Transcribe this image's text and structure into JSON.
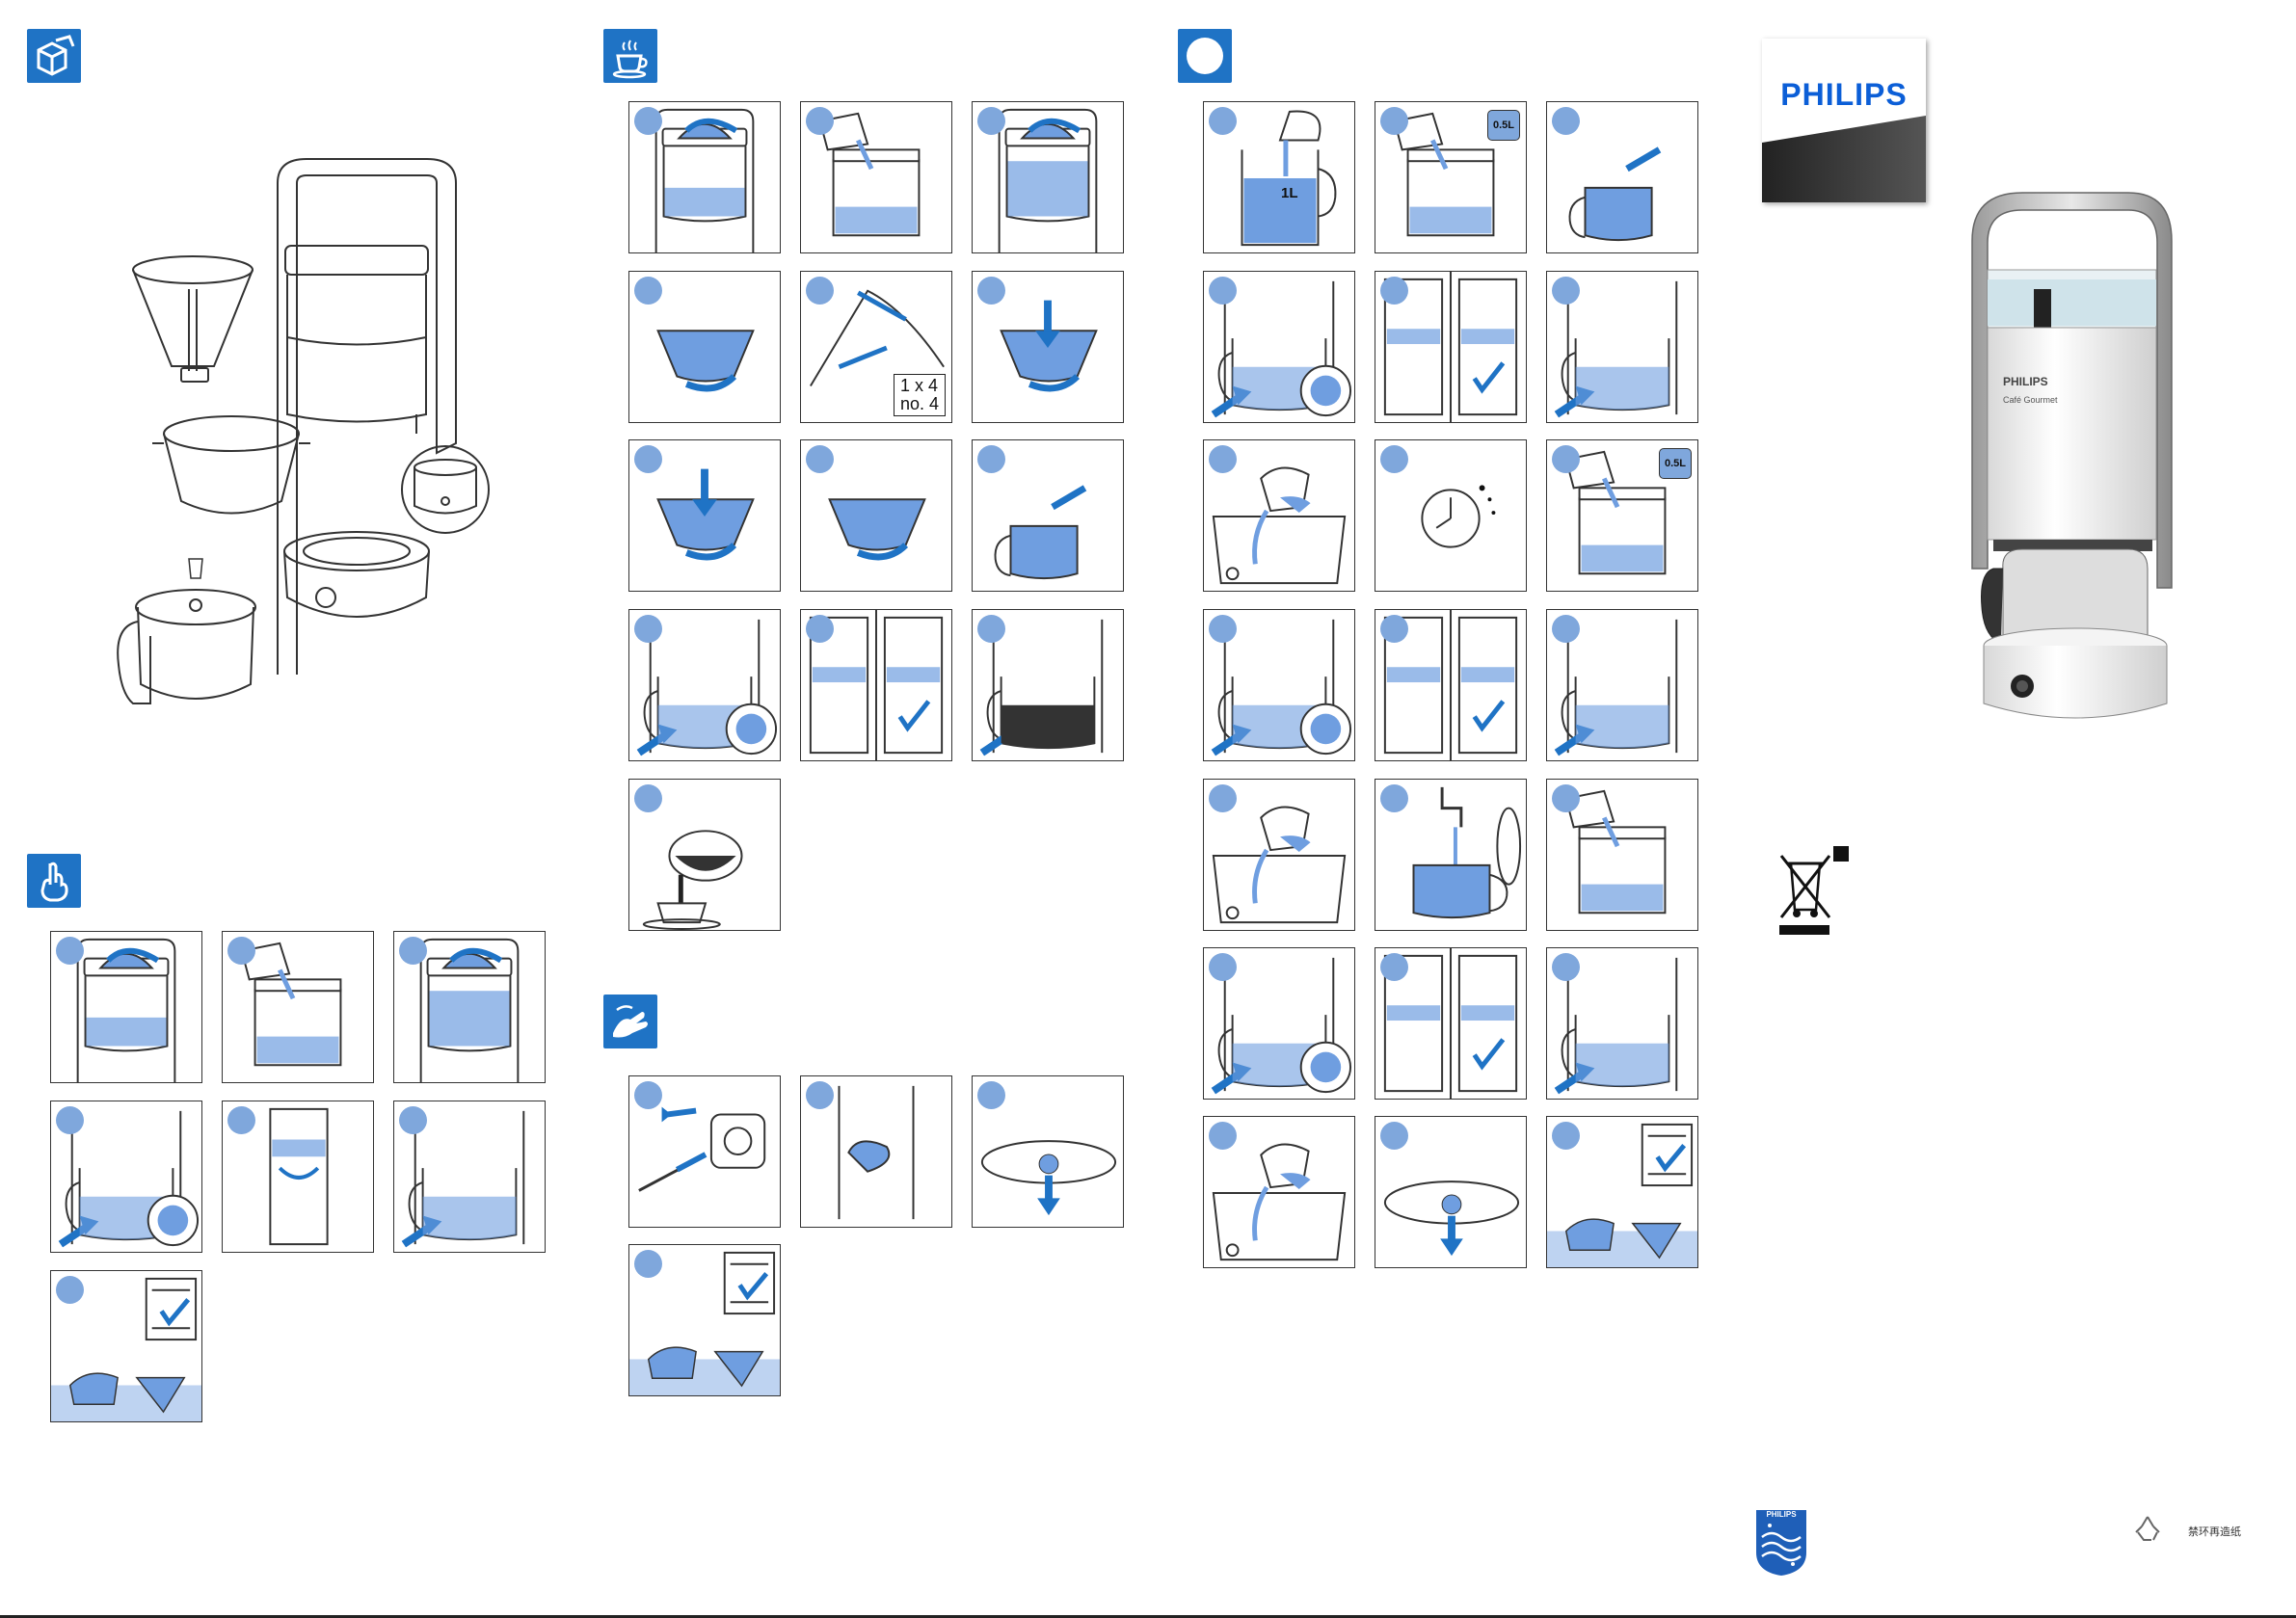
{
  "brand": {
    "wordmark": "PHILIPS",
    "shield_wordmark": "PHILIPS",
    "product_brand": "PHILIPS",
    "product_name": "Café Gourmet"
  },
  "sections": [
    {
      "name": "unpacking",
      "icon": "box-unpack-icon"
    },
    {
      "name": "first-use",
      "icon": "finger-pointing-icon"
    },
    {
      "name": "brewing",
      "icon": "coffee-cup-icon"
    },
    {
      "name": "cleaning",
      "icon": "hand-wiping-icon"
    },
    {
      "name": "descaling",
      "icon": "blank-circle-icon"
    }
  ],
  "panel_notes": {
    "filter_size": "1 x 4\nno. 4",
    "water_amount": "0.5L",
    "jug_volume": "1L"
  },
  "footer": {
    "recycle_text": "禁环再造纸"
  },
  "colors": {
    "accent_blue": "#1f73c5",
    "step_circle": "#7fa7dc",
    "water": "#6f9ee0",
    "logo_blue": "#0b5ed7"
  }
}
